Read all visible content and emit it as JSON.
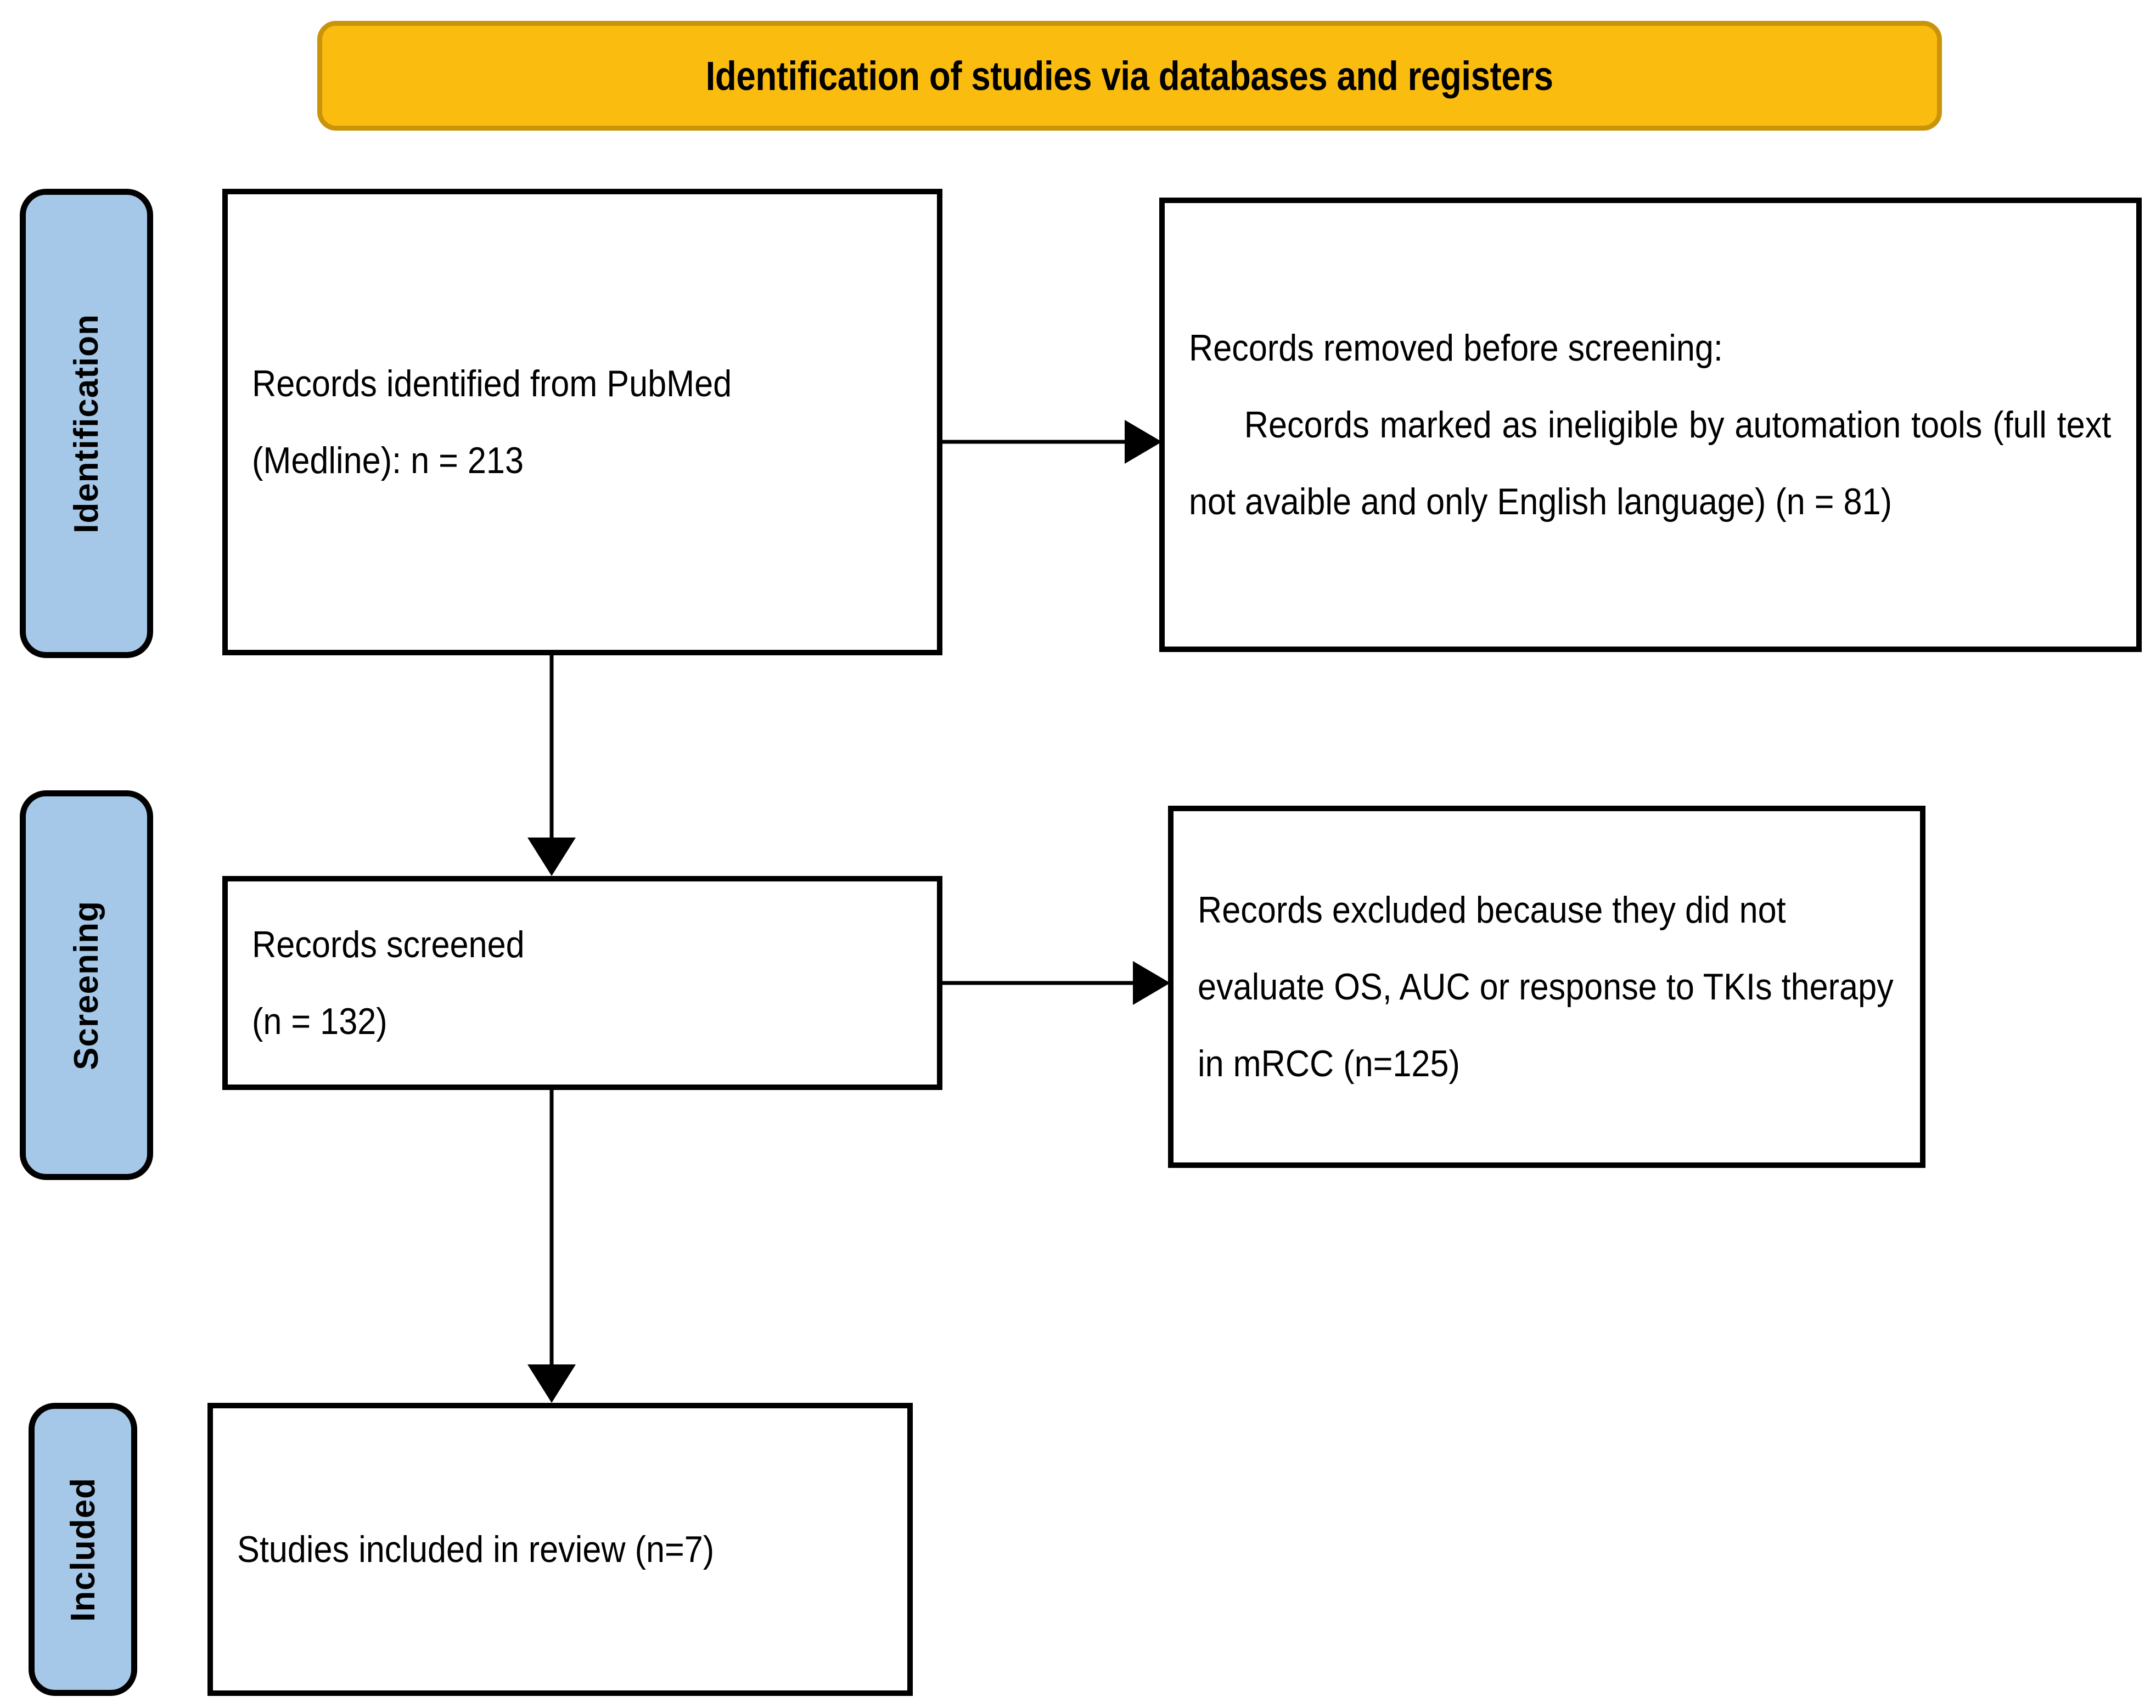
{
  "banner": {
    "title": "Identification of studies via databases and registers",
    "fill_color": "#FBBC10",
    "border_color": "#C9940A"
  },
  "stages": {
    "identification": "Identification",
    "screening": "Screening",
    "included": "Included",
    "tab_fill_color": "#A5C8E8",
    "tab_border_color": "#000000"
  },
  "boxes": {
    "identified": {
      "line1": "Records identified from PubMed",
      "line2": "(Medline): n = 213"
    },
    "removed": {
      "line1": "Records removed before screening:",
      "line2": "Records marked as ineligible by automation tools (full text not avaible and only English language) (n = 81)"
    },
    "screened": {
      "line1": "Records screened",
      "line2": "(n = 132)"
    },
    "excluded": {
      "line1": "Records excluded because they did not evaluate OS, AUC or response to TKIs therapy in mRCC (n=125)"
    },
    "included": {
      "line1": "Studies included in review (n=7)"
    }
  },
  "flow_data": {
    "type": "prisma-flow-diagram",
    "records_identified_pubmed_medline": 213,
    "records_removed_before_screening": 81,
    "records_screened": 132,
    "records_excluded": 125,
    "studies_included_in_review": 7
  }
}
